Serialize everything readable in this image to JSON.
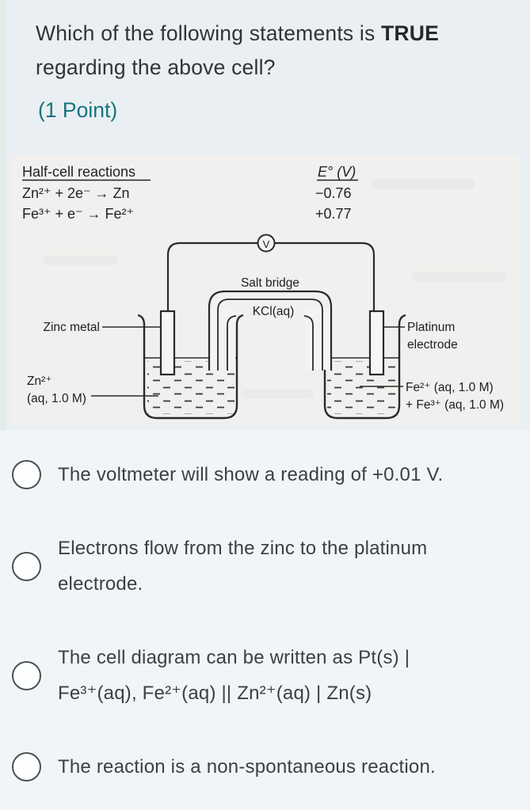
{
  "colors": {
    "accent": "#17737e",
    "page-bg": "#f0f6f7",
    "question-bg": "#e9eff2",
    "question-edge": "#e2ebe8",
    "scan-bg": "#f1f0ee",
    "scan-ink": "#222222",
    "title-ink": "#2e3437",
    "option-ink": "#3b4043",
    "radio-border": "#4a5153"
  },
  "question": {
    "title_prefix": "Which of the following statements is ",
    "title_bold": "TRUE",
    "title_suffix": " regarding the above cell?",
    "points_label": "(1 Point)"
  },
  "figure": {
    "table": {
      "header_reactions": "Half-cell reactions",
      "header_potential": "E° (V)",
      "row1_reaction": "Zn²⁺ + 2e⁻ → Zn",
      "row1_potential": "−0.76",
      "row2_reaction": "Fe³⁺ + e⁻ → Fe²⁺",
      "row2_potential": "+0.77"
    },
    "labels": {
      "voltmeter": "V",
      "salt_bridge": "Salt bridge",
      "electrolyte": "KCl(aq)",
      "left_electrode": "Zinc metal",
      "right_electrode_1": "Platinum",
      "right_electrode_2": "electrode",
      "left_solution_1": "Zn²⁺",
      "left_solution_2": "(aq, 1.0 M)",
      "right_solution_1": "Fe²⁺ (aq, 1.0 M)",
      "right_solution_2": "+ Fe³⁺ (aq, 1.0 M)"
    }
  },
  "options": [
    {
      "label": "The voltmeter will show a reading of +0.01 V."
    },
    {
      "label": "Electrons flow from the zinc to the platinum electrode."
    },
    {
      "label": "The cell diagram can be written as Pt(s) | Fe³⁺(aq), Fe²⁺(aq) || Zn²⁺(aq) | Zn(s)"
    },
    {
      "label": "The reaction is a non-spontaneous reaction."
    }
  ]
}
